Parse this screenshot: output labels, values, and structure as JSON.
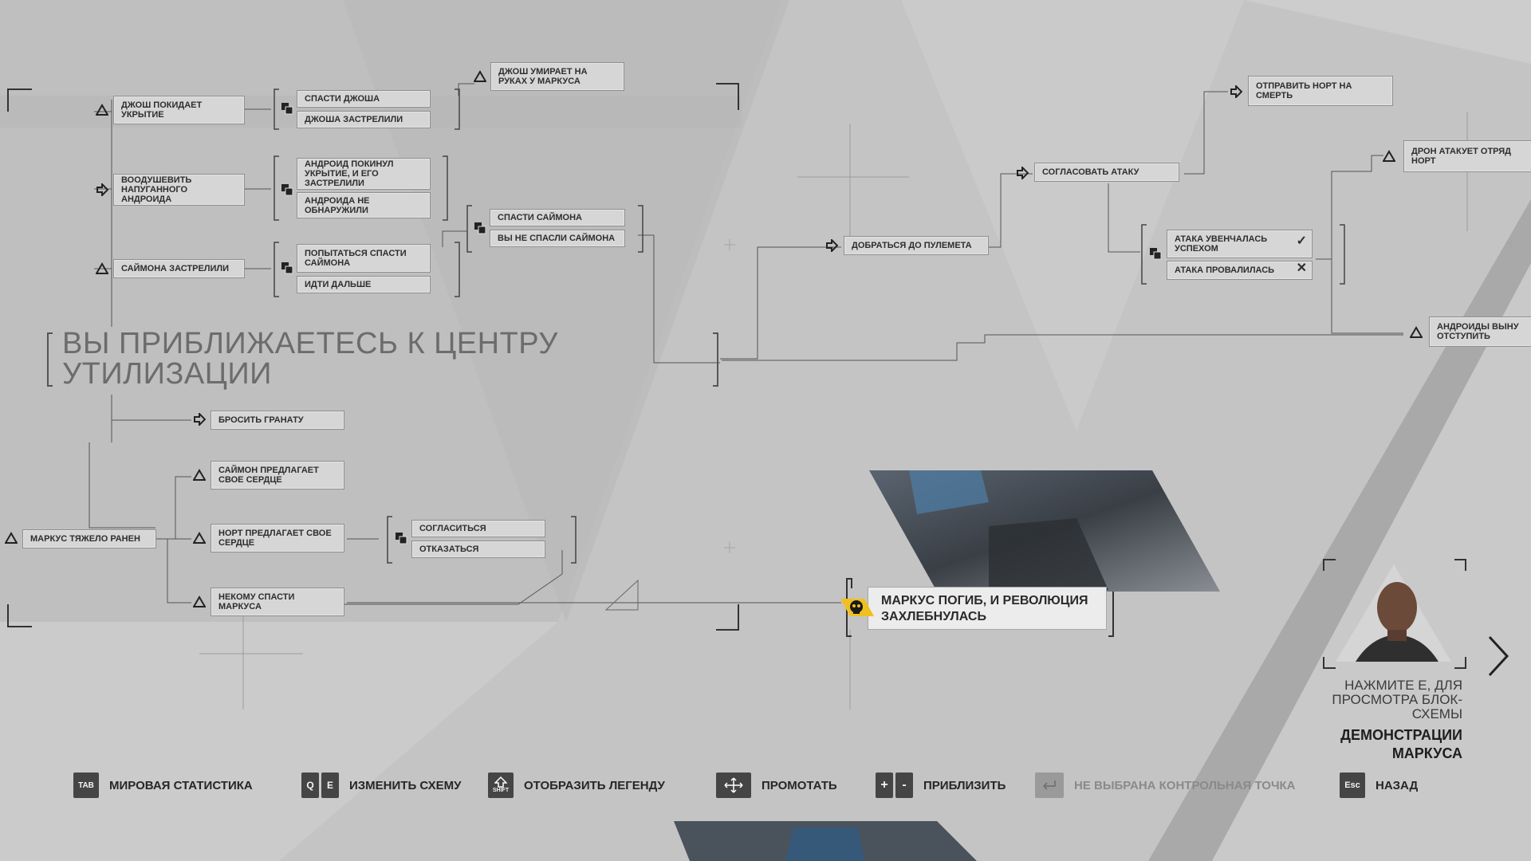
{
  "chapter_title": "ВЫ ПРИБЛИЖАЕТЕСЬ К ЦЕНТРУ УТИЛИЗАЦИИ",
  "nodes": {
    "josh_leaves": "ДЖОШ ПОКИДАЕТ УКРЫТИЕ",
    "save_josh": "СПАСТИ ДЖОША",
    "josh_shot": "ДЖОША ЗАСТРЕЛИЛИ",
    "josh_dies": "ДЖОШ УМИРАЕТ НА РУКАХ У МАРКУСА",
    "encourage": "ВООДУШЕВИТЬ НАПУГАННОГО АНДРОИДА",
    "android_left": "АНДРОИД ПОКИНУЛ УКРЫТИЕ, И ЕГО ЗАСТРЕЛИЛИ",
    "android_undetected": "АНДРОИДА НЕ ОБНАРУЖИЛИ",
    "simon_shot": "САЙМОНА ЗАСТРЕЛИЛИ",
    "try_save_simon": "ПОПЫТАТЬСЯ СПАСТИ САЙМОНА",
    "move_on": "ИДТИ ДАЛЬШЕ",
    "saved_simon": "СПАСТИ САЙМОНА",
    "not_saved_simon": "ВЫ НЕ СПАСЛИ САЙМОНА",
    "reach_gun": "ДОБРАТЬСЯ ДО ПУЛЕМЕТА",
    "coordinate": "СОГЛАСОВАТЬ АТАКУ",
    "send_north": "ОТПРАВИТЬ НОРТ НА СМЕРТЬ",
    "attack_success": "АТАКА УВЕНЧАЛАСЬ УСПЕХОМ",
    "attack_failed": "АТАКА ПРОВАЛИЛАСЬ",
    "drone_attacks": "ДРОН АТАКУЕТ ОТРЯД НОРТ",
    "androids_retreat": "АНДРОИДЫ ВЫНУ ОТСТУПИТЬ",
    "throw_grenade": "БРОСИТЬ ГРАНАТУ",
    "simon_heart": "САЙМОН ПРЕДЛАГАЕТ СВОЕ СЕРДЦЕ",
    "markus_wounded": "МАРКУС ТЯЖЕЛО РАНЕН",
    "north_heart": "НОРТ ПРЕДЛАГАЕТ СВОЕ СЕРДЦЕ",
    "agree": "СОГЛАСИТЬСЯ",
    "refuse": "ОТКАЗАТЬСЯ",
    "nobody_save": "НЕКОМУ СПАСТИ МАРКУСА"
  },
  "ending": {
    "text": "МАРКУС ПОГИБ, И РЕВОЛЮЦИЯ ЗАХЛЕБНУЛАСЬ",
    "icon": "skull-icon"
  },
  "hint": {
    "line": "НАЖМИТЕ E, ДЛЯ ПРОСМОТРА БЛОК-СХЕМЫ",
    "subject": "ДЕМОНСТРАЦИИ МАРКУСА"
  },
  "bottom_bar": {
    "world_stats": {
      "keys": [
        "TAB"
      ],
      "label": "МИРОВАЯ СТАТИСТИКА"
    },
    "change_scheme": {
      "keys": [
        "Q",
        "E"
      ],
      "label": "ИЗМЕНИТЬ СХЕМУ"
    },
    "legend": {
      "keys": [
        "SHIFT"
      ],
      "label": "ОТОБРАЗИТЬ ЛЕГЕНДУ"
    },
    "scroll": {
      "label": "ПРОМОТАТЬ"
    },
    "zoom": {
      "keys": [
        "+",
        "-"
      ],
      "label": "ПРИБЛИЗИТЬ"
    },
    "checkpoint": {
      "label": "НЕ ВЫБРАНА КОНТРОЛЬНАЯ ТОЧКА"
    },
    "back": {
      "keys": [
        "Esc"
      ],
      "label": "НАЗАД"
    }
  },
  "colors": {
    "background": "#c4c4c4",
    "ending_icon": "#f0c020",
    "node": "#d6d6d6"
  }
}
